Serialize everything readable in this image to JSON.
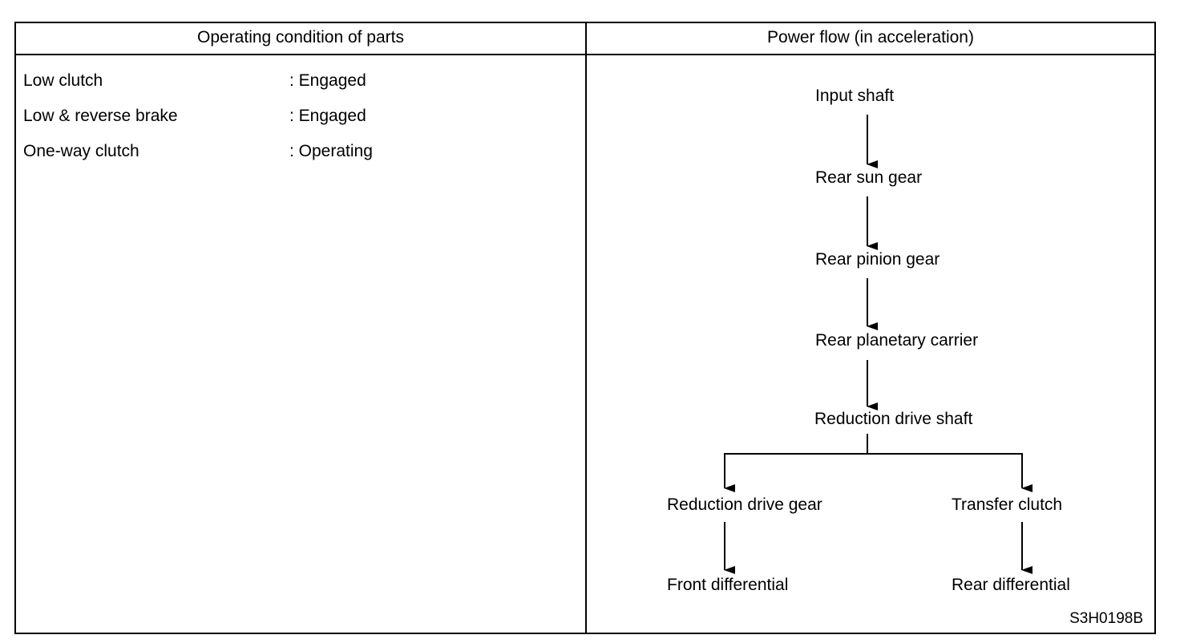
{
  "table": {
    "left_header": "Operating condition of parts",
    "right_header": "Power flow (in acceleration)"
  },
  "conditions": [
    {
      "part": "Low clutch",
      "state": ": Engaged"
    },
    {
      "part": "Low & reverse brake",
      "state": ": Engaged"
    },
    {
      "part": "One-way clutch",
      "state": ": Operating"
    }
  ],
  "flow": {
    "nodes": {
      "input_shaft": "Input shaft",
      "rear_sun_gear": "Rear sun gear",
      "rear_pinion_gear": "Rear pinion gear",
      "rear_planetary_carrier": "Rear planetary carrier",
      "reduction_drive_shaft": "Reduction drive shaft",
      "reduction_drive_gear": "Reduction drive gear",
      "transfer_clutch": "Transfer clutch",
      "front_differential": "Front differential",
      "rear_differential": "Rear differential"
    }
  },
  "figure_code": "S3H0198B"
}
